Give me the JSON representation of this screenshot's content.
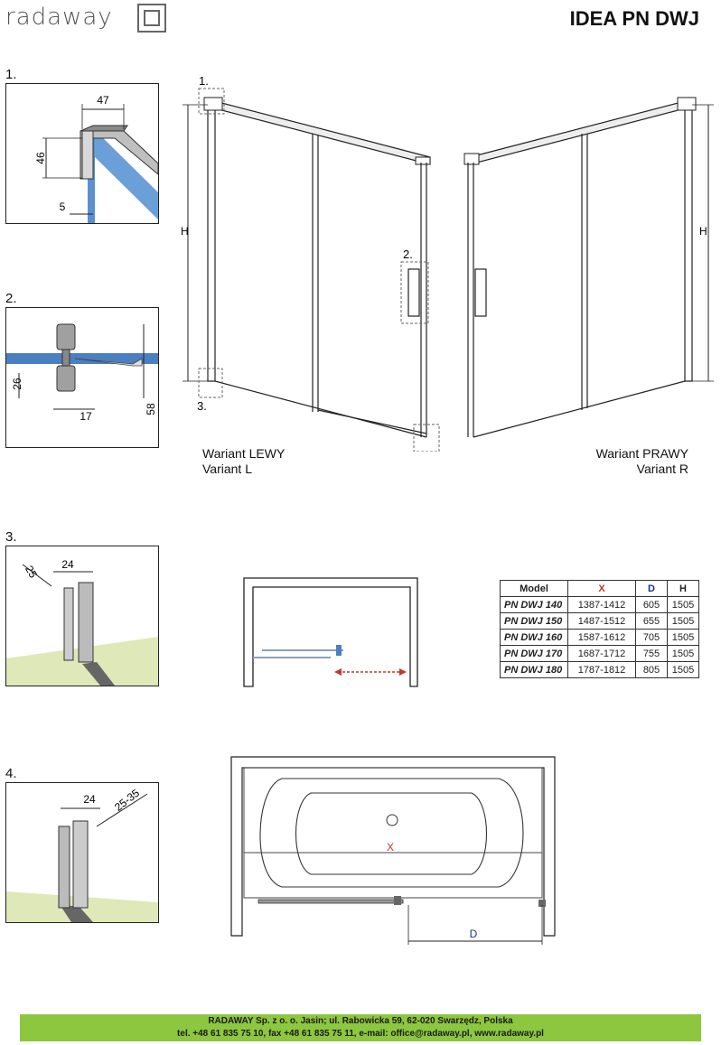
{
  "header": {
    "logo_text": "radaway",
    "title": "IDEA PN DWJ"
  },
  "details": [
    {
      "number": "1.",
      "dims": [
        "47",
        "46",
        "5"
      ]
    },
    {
      "number": "2.",
      "dims": [
        "26",
        "17",
        "58"
      ]
    },
    {
      "number": "3.",
      "dims": [
        "25",
        "24"
      ]
    },
    {
      "number": "4.",
      "dims": [
        "24",
        "25-35"
      ]
    }
  ],
  "callouts": [
    "1.",
    "2.",
    "3.",
    "4."
  ],
  "height_label": "H",
  "variants": {
    "left": {
      "line1": "Wariant LEWY",
      "line2": "Variant L"
    },
    "right": {
      "line1": "Wariant PRAWY",
      "line2": "Variant R"
    }
  },
  "plan_labels": {
    "x": "X",
    "d": "D"
  },
  "table": {
    "headers": [
      "Model",
      "X",
      "D",
      "H"
    ],
    "rows": [
      [
        "PN DWJ 140",
        "1387-1412",
        "605",
        "1505"
      ],
      [
        "PN DWJ 150",
        "1487-1512",
        "655",
        "1505"
      ],
      [
        "PN DWJ 160",
        "1587-1612",
        "705",
        "1505"
      ],
      [
        "PN DWJ 170",
        "1687-1712",
        "755",
        "1505"
      ],
      [
        "PN DWJ 180",
        "1787-1812",
        "805",
        "1505"
      ]
    ]
  },
  "colors": {
    "footer_green": "#8dc63f",
    "glass_blue": "#4a7fc1",
    "arrow_red": "#c0392b",
    "floor_green": "#dfe8b8"
  },
  "footer": {
    "line1": "RADAWAY Sp. z o. o. Jasin; ul. Rabowicka 59, 62-020 Swarzędz, Polska",
    "line2": "tel. +48 61 835 75 10, fax +48 61 835 75 11, e-mail: office@radaway.pl, www.radaway.pl"
  }
}
